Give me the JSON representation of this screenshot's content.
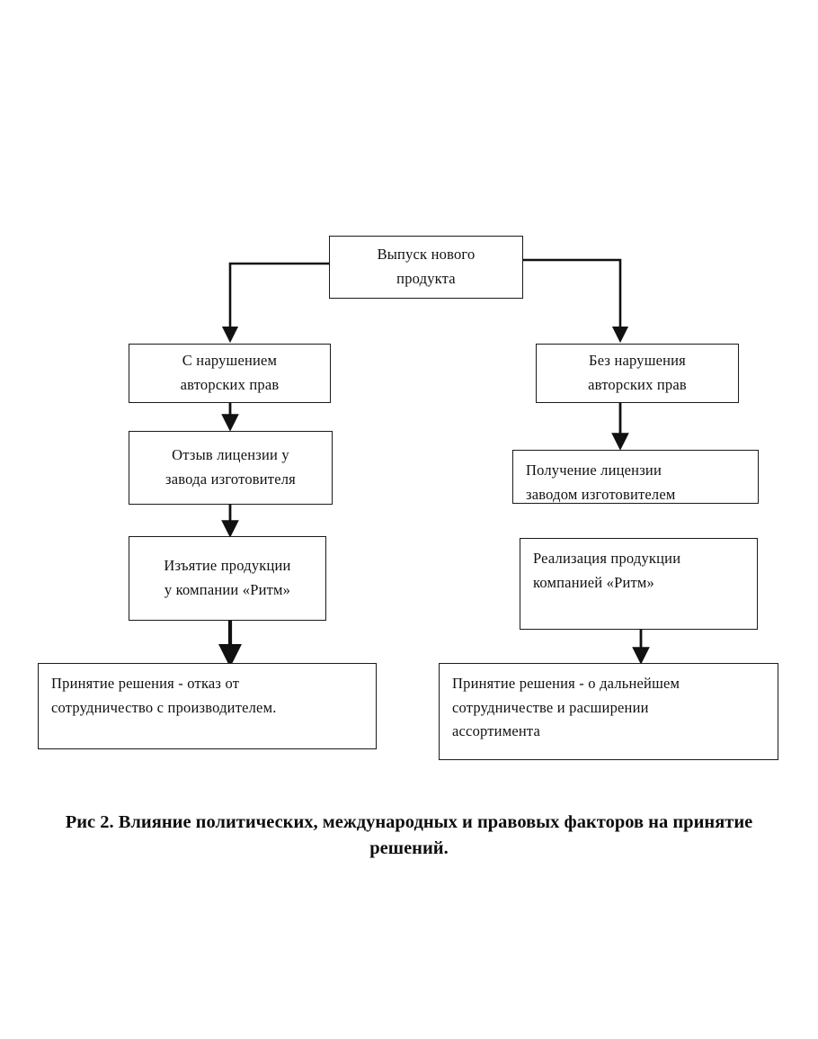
{
  "figure": {
    "caption": "Рис 2. Влияние политических, международных и правовых факторов на принятие решений.",
    "caption_number": "Рис 2.",
    "ink_color": "#1a1a1a",
    "background_color": "#ffffff"
  },
  "nodes": {
    "root": {
      "name": "Выпуск нового продукта",
      "line1": "Выпуск нового",
      "line2": "продукта",
      "align": "center"
    },
    "left_1": {
      "name": "С нарушением авторских прав",
      "line1": "С нарушением",
      "line2": "авторских прав",
      "align": "center"
    },
    "left_2": {
      "name": "Отзыв лицензии у завода изготовителя",
      "line1": "Отзыв лицензии у",
      "line2": "завода изготовителя",
      "align": "center"
    },
    "left_3": {
      "name": "Изъятие продукции у компании «Ритм»",
      "line1": "Изъятие продукции",
      "line2": "у компании «Ритм»",
      "align": "center"
    },
    "left_4": {
      "name": "Принятие решения - отказ от сотрудничество с производителем.",
      "line1": "Принятие решения  - отказ от",
      "line2": "сотрудничество с производителем.",
      "line3": "",
      "align": "left"
    },
    "right_1": {
      "name": "Без нарушения авторских прав",
      "line1": "Без нарушения",
      "line2": "авторских прав",
      "align": "center"
    },
    "right_2": {
      "name": "Получение лицензии заводом изготовителем",
      "line1": "Получение лицензии",
      "line2": "заводом изготовителем",
      "align": "left"
    },
    "right_3": {
      "name": "Реализация продукции компанией «Ритм»",
      "line1": "Реализация продукции",
      "line2": "компанией «Ритм»",
      "align": "left"
    },
    "right_4": {
      "name": "Принятие решения - о дальнейшем сотрудничестве и расширении ассортимента",
      "line1": "Принятие решения  - о дальнейшем",
      "line2": "сотрудничестве и расширении",
      "line3": "ассортимента",
      "align": "left"
    }
  },
  "chart_data": {
    "type": "diagram",
    "diagram_kind": "flowchart",
    "title": "Рис 2. Влияние политических, международных и правовых факторов на принятие решений.",
    "orientation": "top-down, two branches",
    "nodes": [
      {
        "id": "root",
        "label": "Выпуск нового продукта",
        "branch": "root"
      },
      {
        "id": "left_1",
        "label": "С нарушением авторских прав",
        "branch": "left"
      },
      {
        "id": "left_2",
        "label": "Отзыв лицензии у завода изготовителя",
        "branch": "left"
      },
      {
        "id": "left_3",
        "label": "Изъятие продукции у компании «Ритм»",
        "branch": "left"
      },
      {
        "id": "left_4",
        "label": "Принятие решения  - отказ от сотрудничество с производителем.",
        "branch": "left"
      },
      {
        "id": "right_1",
        "label": "Без нарушения авторских прав",
        "branch": "right"
      },
      {
        "id": "right_2",
        "label": "Получение лицензии заводом изготовителем",
        "branch": "right"
      },
      {
        "id": "right_3",
        "label": "Реализация продукции компанией «Ритм»",
        "branch": "right"
      },
      {
        "id": "right_4",
        "label": "Принятие решения  - о дальнейшем сотрудничестве и расширении ассортимента",
        "branch": "right"
      }
    ],
    "edges": [
      {
        "from": "root",
        "to": "left_1",
        "style": "elbow-left-down-arrow"
      },
      {
        "from": "root",
        "to": "right_1",
        "style": "elbow-right-down-arrow"
      },
      {
        "from": "left_1",
        "to": "left_2",
        "style": "straight-down-arrow"
      },
      {
        "from": "left_2",
        "to": "left_3",
        "style": "straight-down-arrow"
      },
      {
        "from": "left_3",
        "to": "left_4",
        "style": "straight-down-arrow-bold"
      },
      {
        "from": "right_1",
        "to": "right_2",
        "style": "straight-down-arrow"
      },
      {
        "from": "right_3",
        "to": "right_4",
        "style": "straight-down-arrow"
      }
    ]
  }
}
